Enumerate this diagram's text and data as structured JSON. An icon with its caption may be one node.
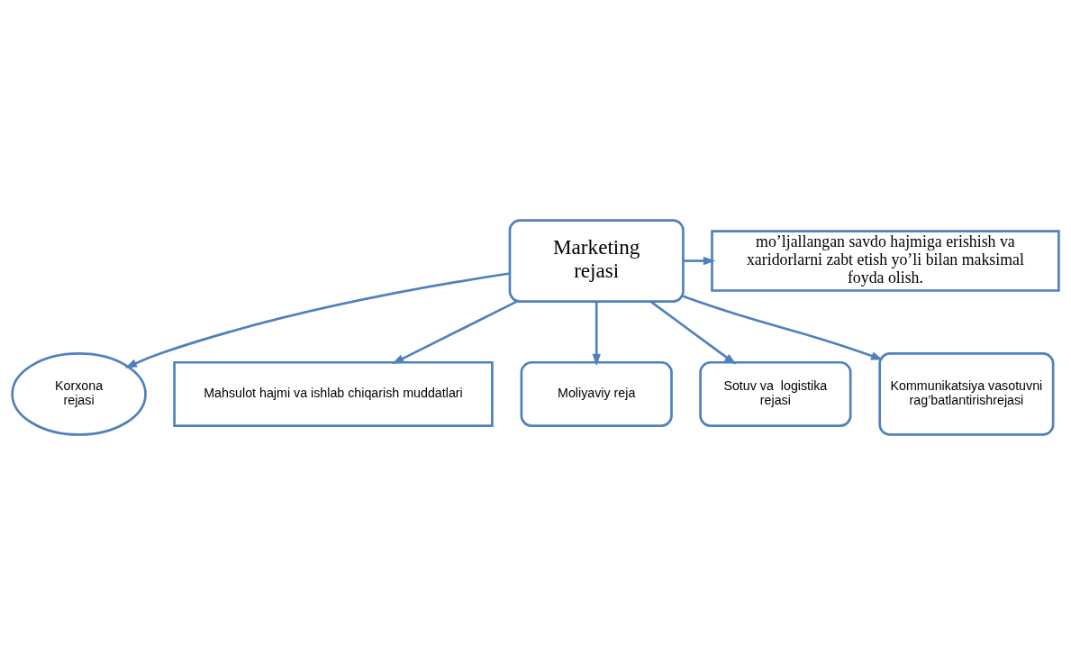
{
  "diagram": {
    "nodes": [
      {
        "text": [
          "Marketing rejasi"
        ]
      },
      {
        "text": [
          "mo’ljallangan savdo hajmiga erishish va xaridorlarni zabt etish yo’li bilan maksimal foyda olish."
        ]
      },
      {
        "text": [
          "Korxona rejasi"
        ]
      },
      {
        "text": [
          "Mahsulot hajmi va ishlab chiqarish muddatlari"
        ]
      },
      {
        "text": [
          "Moliyaviy reja"
        ]
      },
      {
        "text": [
          "Sotuv va  logistika rejasi"
        ]
      },
      {
        "text": [
          "Kommunikatsiya vasotuvni rag’batlantirishrejasi"
        ]
      }
    ],
    "edges": [
      {
        "from": 0,
        "to": 1,
        "arrow": "to"
      },
      {
        "from": 0,
        "to": 3,
        "arrow": "to"
      },
      {
        "from": 0,
        "to": 2,
        "arrow": "to"
      },
      {
        "from": 0,
        "to": 4,
        "arrow": "to"
      },
      {
        "from": 0,
        "to": 5,
        "arrow": "to"
      },
      {
        "from": 0,
        "to": 6,
        "arrow": "to"
      }
    ]
  }
}
